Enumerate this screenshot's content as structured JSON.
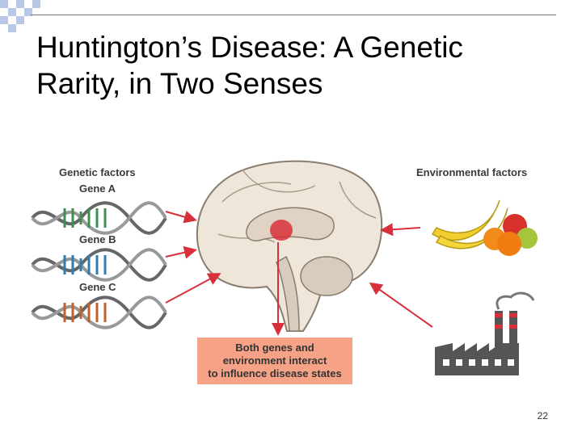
{
  "slide": {
    "title_line1": "Huntington’s Disease: A Genetic",
    "title_line2": "Rarity, in Two Senses",
    "page_number": "22"
  },
  "figure": {
    "genetic_label": "Genetic factors",
    "genes": [
      "Gene A",
      "Gene B",
      "Gene C"
    ],
    "environmental_label": "Environmental factors",
    "callout_lines": [
      "Both genes and",
      "environment interact",
      "to influence disease states"
    ]
  },
  "colors": {
    "gene_a": "#3f8f4f",
    "gene_b": "#2f7db0",
    "gene_c": "#c0602a",
    "arrow": "#d8303a",
    "callout_bg": "#f5a287"
  }
}
